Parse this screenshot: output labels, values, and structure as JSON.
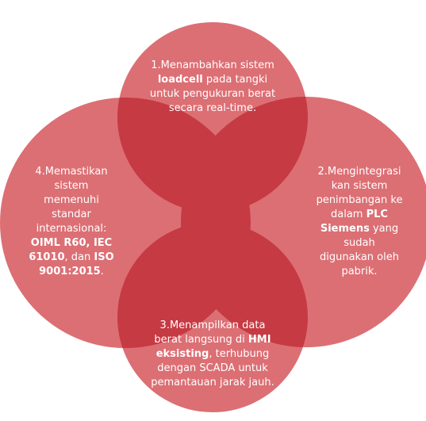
{
  "colors": {
    "circle_fill": "#dc6f74",
    "overlap_fill": "#c63a43",
    "center_fill": "#c1111b",
    "text": "#ffffff",
    "background": "#ffffff"
  },
  "circles": {
    "top": {
      "text": [
        {
          "t": "1.Menambahkan ",
          "b": false
        },
        {
          "t": "sistem",
          "b": false
        },
        {
          "t": "\n",
          "b": false
        },
        {
          "t": "loadcell",
          "b": true
        },
        {
          "t": " pada ",
          "b": false
        },
        {
          "t": "tangki",
          "b": false
        },
        {
          "t": "\nuntuk pengukuran berat\n",
          "b": false
        },
        {
          "t": "secara",
          "b": false
        },
        {
          "t": " real-time.",
          "b": false
        }
      ]
    },
    "right": {
      "text": [
        {
          "t": "2.Mengintegrasi\nkan sistem\npenimbangan ke\ndalam ",
          "b": false
        },
        {
          "t": "PLC\nSiemens",
          "b": true
        },
        {
          "t": " yang\nsudah\ndigunakan oleh\npabrik.",
          "b": false
        }
      ]
    },
    "bottom": {
      "text": [
        {
          "t": "3.Menampilkan data\nberat langsung di ",
          "b": false
        },
        {
          "t": "HMI\neksisting",
          "b": true
        },
        {
          "t": ", terhubung\ndengan SCADA untuk\npemantauan jarak jauh.",
          "b": false
        }
      ]
    },
    "left": {
      "text": [
        {
          "t": "4.Memastikan\nsistem\nmemenuhi\nstandar\ninternasional:\n",
          "b": false
        },
        {
          "t": "OIML R60, IEC\n61010",
          "b": true
        },
        {
          "t": ", dan ",
          "b": false
        },
        {
          "t": "ISO\n9001:2015",
          "b": true
        },
        {
          "t": ".",
          "b": false
        }
      ]
    }
  }
}
